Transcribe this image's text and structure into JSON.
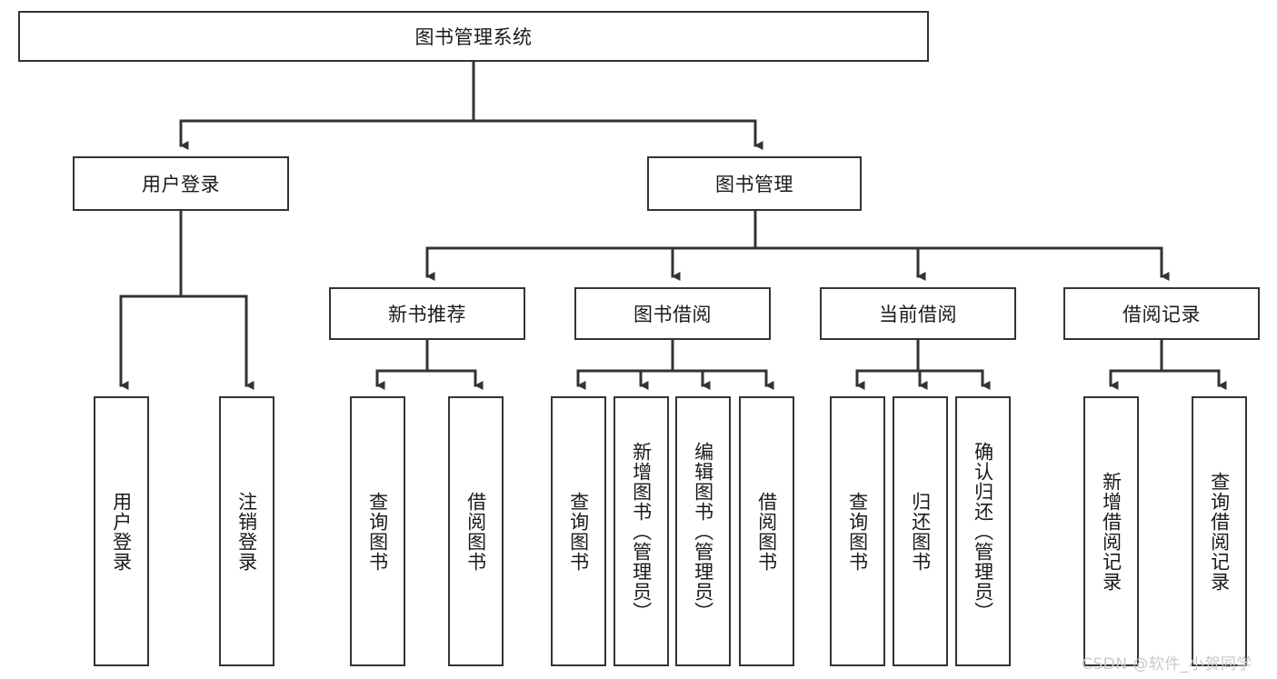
{
  "diagram": {
    "title_node": {
      "label": "图书管理系统"
    },
    "level2": [
      {
        "id": "user-login",
        "label": "用户登录"
      },
      {
        "id": "book-management",
        "label": "图书管理"
      }
    ],
    "level3": [
      {
        "id": "new-book-recommend",
        "label": "新书推荐"
      },
      {
        "id": "book-borrow",
        "label": "图书借阅"
      },
      {
        "id": "current-borrow",
        "label": "当前借阅"
      },
      {
        "id": "borrow-record",
        "label": "借阅记录"
      }
    ],
    "leaves": [
      {
        "id": "leaf-user-login",
        "label": "用户登录",
        "parent": "user-login"
      },
      {
        "id": "leaf-logout-login",
        "label": "注销登录",
        "parent": "user-login"
      },
      {
        "id": "leaf-query-book-1",
        "label": "查询图书",
        "parent": "new-book-recommend"
      },
      {
        "id": "leaf-borrow-book-1",
        "label": "借阅图书",
        "parent": "new-book-recommend"
      },
      {
        "id": "leaf-query-book-2",
        "label": "查询图书",
        "parent": "book-borrow"
      },
      {
        "id": "leaf-add-book",
        "label": "新增图书（管理员）",
        "parent": "book-borrow"
      },
      {
        "id": "leaf-edit-book",
        "label": "编辑图书（管理员）",
        "parent": "book-borrow"
      },
      {
        "id": "leaf-borrow-book-2",
        "label": "借阅图书",
        "parent": "book-borrow"
      },
      {
        "id": "leaf-query-book-3",
        "label": "查询图书",
        "parent": "current-borrow"
      },
      {
        "id": "leaf-return-book",
        "label": "归还图书",
        "parent": "current-borrow"
      },
      {
        "id": "leaf-confirm-return",
        "label": "确认归还（管理员）",
        "parent": "current-borrow"
      },
      {
        "id": "leaf-add-record",
        "label": "新增借阅记录",
        "parent": "borrow-record"
      },
      {
        "id": "leaf-query-record",
        "label": "查询借阅记录",
        "parent": "borrow-record"
      }
    ],
    "watermark": {
      "text": "CSDN @软件_小贺同学"
    },
    "colors": {
      "stroke": "#333333",
      "background": "#ffffff",
      "text": "#1a1a1a",
      "watermark": "#c9c9c9"
    }
  }
}
